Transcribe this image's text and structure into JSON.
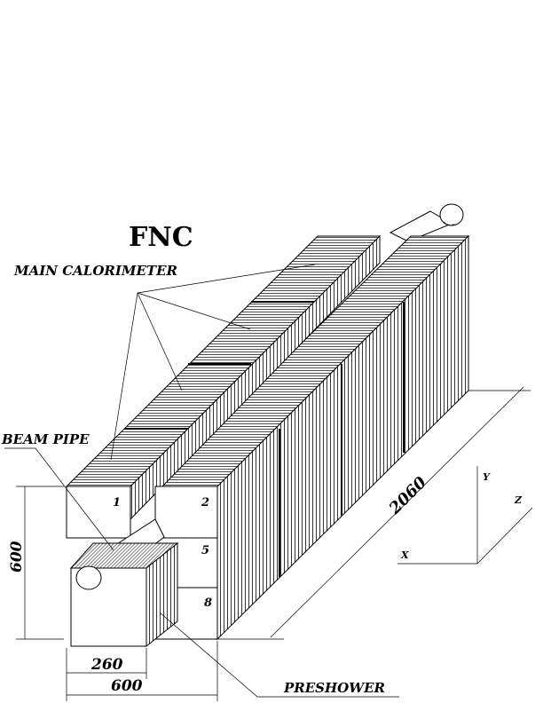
{
  "title": "FNC",
  "labels": {
    "main_calorimeter": "MAIN CALORIMETER",
    "beam_pipe": "BEAM PIPE",
    "preshower": "PRESHOWER"
  },
  "dimensions": {
    "height": "600",
    "preshower_width": "260",
    "total_width": "600",
    "length": "2060"
  },
  "modules": {
    "m1": "1",
    "m2": "2",
    "m5": "5",
    "m8": "8"
  },
  "axes": {
    "x": "X",
    "y": "Y",
    "z": "Z"
  }
}
